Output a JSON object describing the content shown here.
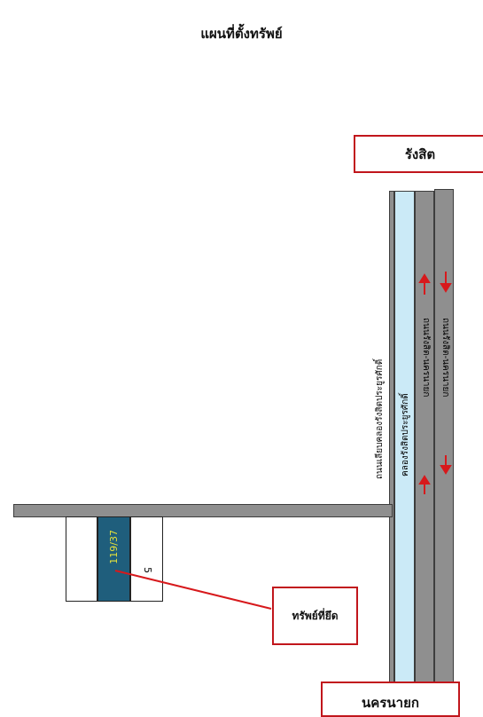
{
  "map": {
    "title": "แผนที่ตั้งทรัพย์",
    "north_label": "รังสิต",
    "south_label": "นครนายก",
    "property_label": "ทรัพย์ที่ยึด",
    "parcel_number": "119/37",
    "neighbor_number": "5",
    "side_road_label": "ถนนเลียบคลองรังสิตประยูรศักดิ์",
    "canal_label": "คลองรังสิตประยูรศักดิ์",
    "road_lane_1_label": "ถนนรังสิต-นครนายก",
    "road_lane_2_label": "ถนนรังสิต-นครนายก",
    "colors": {
      "box_border": "#c1161c",
      "road": "#8f8f8f",
      "canal": "#cbeaf7",
      "property_parcel": "#1f5e7c",
      "parcel_text": "#e6e23a",
      "arrow": "#d7191c"
    }
  }
}
